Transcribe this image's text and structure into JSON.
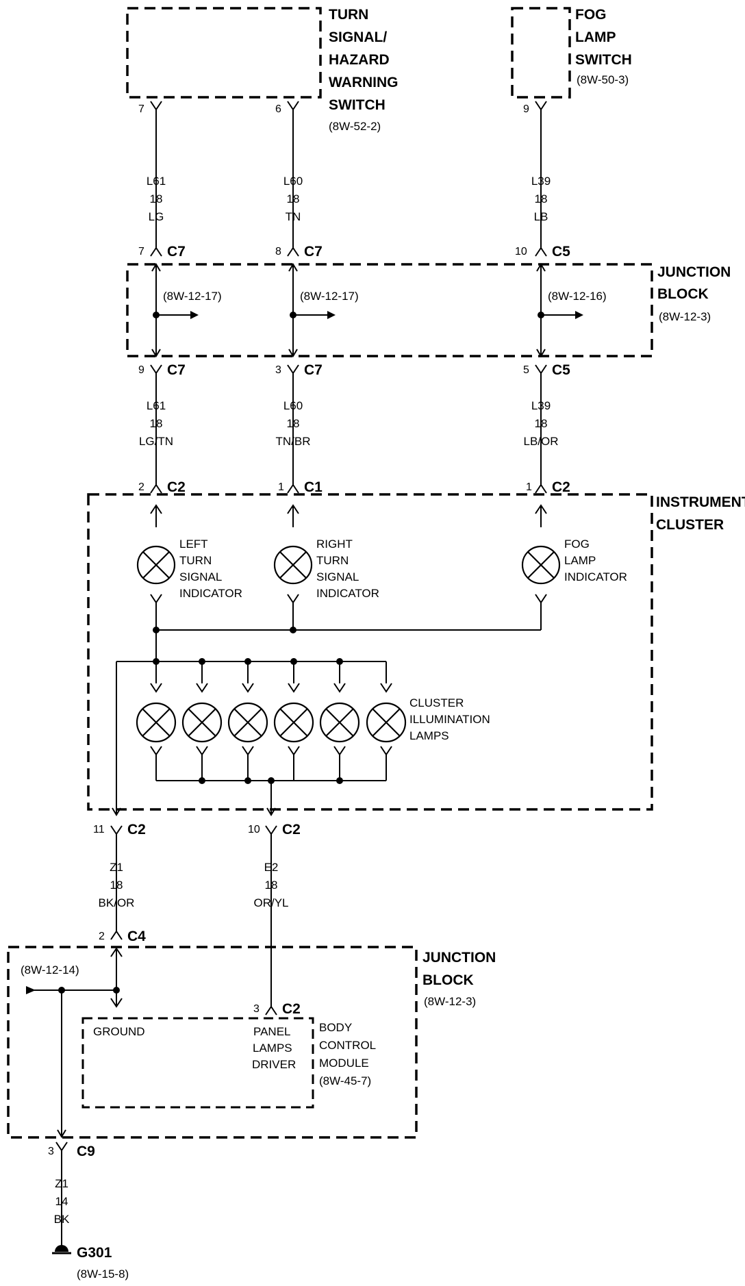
{
  "components": {
    "turn_signal_switch": {
      "name": [
        "TURN",
        "SIGNAL/",
        "HAZARD",
        "WARNING",
        "SWITCH"
      ],
      "ref": "(8W-52-2)"
    },
    "fog_lamp_switch": {
      "name": [
        "FOG",
        "LAMP",
        "SWITCH"
      ],
      "ref": "(8W-50-3)"
    },
    "junction_block_top": {
      "name": [
        "JUNCTION",
        "BLOCK"
      ],
      "ref": "(8W-12-3)"
    },
    "instrument_cluster": {
      "name": [
        "INSTRUMENT",
        "CLUSTER"
      ]
    },
    "junction_block_bottom": {
      "name": [
        "JUNCTION",
        "BLOCK"
      ],
      "ref": "(8W-12-3)"
    },
    "body_control_module": {
      "name": [
        "BODY",
        "CONTROL",
        "MODULE"
      ],
      "ref": "(8W-45-7)"
    },
    "ground": {
      "name": "G301",
      "ref": "(8W-15-8)"
    }
  },
  "lamps": {
    "left_turn": [
      "LEFT",
      "TURN",
      "SIGNAL",
      "INDICATOR"
    ],
    "right_turn": [
      "RIGHT",
      "TURN",
      "SIGNAL",
      "INDICATOR"
    ],
    "fog": [
      "FOG",
      "LAMP",
      "INDICATOR"
    ],
    "cluster_illumination": [
      "CLUSTER",
      "ILLUMINATION",
      "LAMPS"
    ]
  },
  "bcm_labels": {
    "ground": "GROUND",
    "panel_lamps_driver": [
      "PANEL",
      "LAMPS",
      "DRIVER"
    ]
  },
  "connectors": {
    "tss_pin_l61": "7",
    "tss_pin_l60": "6",
    "fog_sw_pin": "9",
    "jb_in_l61": {
      "pin": "7",
      "conn": "C7"
    },
    "jb_in_l60": {
      "pin": "8",
      "conn": "C7"
    },
    "jb_in_l39": {
      "pin": "10",
      "conn": "C5"
    },
    "jb_out_l61": {
      "pin": "9",
      "conn": "C7"
    },
    "jb_out_l60": {
      "pin": "3",
      "conn": "C7"
    },
    "jb_out_l39": {
      "pin": "5",
      "conn": "C5"
    },
    "ic_in_l61": {
      "pin": "2",
      "conn": "C2"
    },
    "ic_in_l60": {
      "pin": "1",
      "conn": "C1"
    },
    "ic_in_l39": {
      "pin": "1",
      "conn": "C2"
    },
    "ic_out_z1": {
      "pin": "11",
      "conn": "C2"
    },
    "ic_out_e2": {
      "pin": "10",
      "conn": "C2"
    },
    "jb2_in_z1": {
      "pin": "2",
      "conn": "C4"
    },
    "bcm_in_e2": {
      "pin": "3",
      "conn": "C2"
    },
    "jb2_out_z1": {
      "pin": "3",
      "conn": "C9"
    }
  },
  "wires": {
    "l61_a": [
      "L61",
      "18",
      "LG"
    ],
    "l60_a": [
      "L60",
      "18",
      "TN"
    ],
    "l39_a": [
      "L39",
      "18",
      "LB"
    ],
    "l61_b": [
      "L61",
      "18",
      "LG/TN"
    ],
    "l60_b": [
      "L60",
      "18",
      "TN/BR"
    ],
    "l39_b": [
      "L39",
      "18",
      "LB/OR"
    ],
    "z1_a": [
      "Z1",
      "18",
      "BK/OR"
    ],
    "e2": [
      "E2",
      "18",
      "OR/YL"
    ],
    "z1_b": [
      "Z1",
      "14",
      "BK"
    ]
  },
  "refs": {
    "jb_l61": "(8W-12-17)",
    "jb_l60": "(8W-12-17)",
    "jb_l39": "(8W-12-16)",
    "jb2_z1": "(8W-12-14)"
  }
}
